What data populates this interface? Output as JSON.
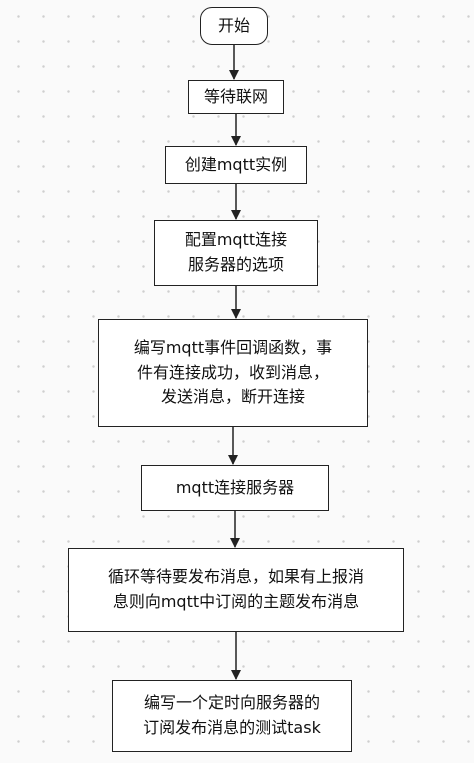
{
  "flowchart": {
    "nodes": [
      {
        "id": "start",
        "shape": "rounded",
        "lines": [
          "开始"
        ]
      },
      {
        "id": "wait-network",
        "shape": "rect",
        "lines": [
          "等待联网"
        ]
      },
      {
        "id": "create-mqtt",
        "shape": "rect",
        "lines": [
          "创建mqtt实例"
        ]
      },
      {
        "id": "config-options",
        "shape": "rect",
        "lines": [
          "配置mqtt连接",
          "服务器的选项"
        ]
      },
      {
        "id": "write-callback",
        "shape": "rect",
        "lines": [
          "编写mqtt事件回调函数，事",
          "件有连接成功，收到消息，",
          "发送消息，断开连接"
        ]
      },
      {
        "id": "connect-server",
        "shape": "rect",
        "lines": [
          "mqtt连接服务器"
        ]
      },
      {
        "id": "loop-publish",
        "shape": "rect",
        "lines": [
          "循环等待要发布消息，如果有上报消",
          "息则向mqtt中订阅的主题发布消息"
        ]
      },
      {
        "id": "timer-task",
        "shape": "rect",
        "lines": [
          "编写一个定时向服务器的",
          "订阅发布消息的测试task"
        ]
      }
    ],
    "edges": [
      [
        "start",
        "wait-network"
      ],
      [
        "wait-network",
        "create-mqtt"
      ],
      [
        "create-mqtt",
        "config-options"
      ],
      [
        "config-options",
        "write-callback"
      ],
      [
        "write-callback",
        "connect-server"
      ],
      [
        "connect-server",
        "loop-publish"
      ],
      [
        "loop-publish",
        "timer-task"
      ]
    ]
  }
}
